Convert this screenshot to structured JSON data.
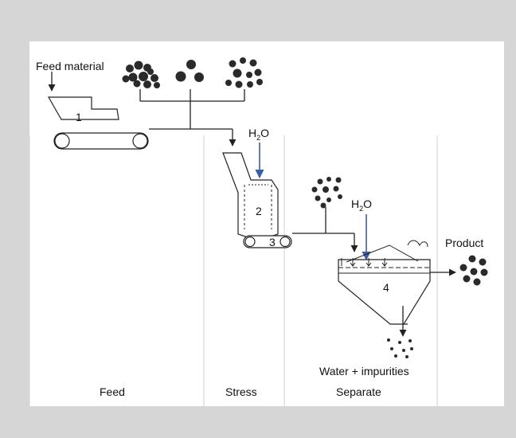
{
  "labels": {
    "feed_material": "Feed material",
    "product": "Product",
    "water_impurities": "Water + impurities"
  },
  "water": {
    "h": "H",
    "sub": "2",
    "o": "O"
  },
  "units": [
    "1",
    "2",
    "3",
    "4"
  ],
  "sections": [
    "Feed",
    "Stress",
    "Separate"
  ],
  "colors": {
    "background": "#d6d6d6",
    "panel": "#ffffff",
    "line": "#222222",
    "water_arrow": "#3a5fa8",
    "divider": "#d0d0d0"
  }
}
